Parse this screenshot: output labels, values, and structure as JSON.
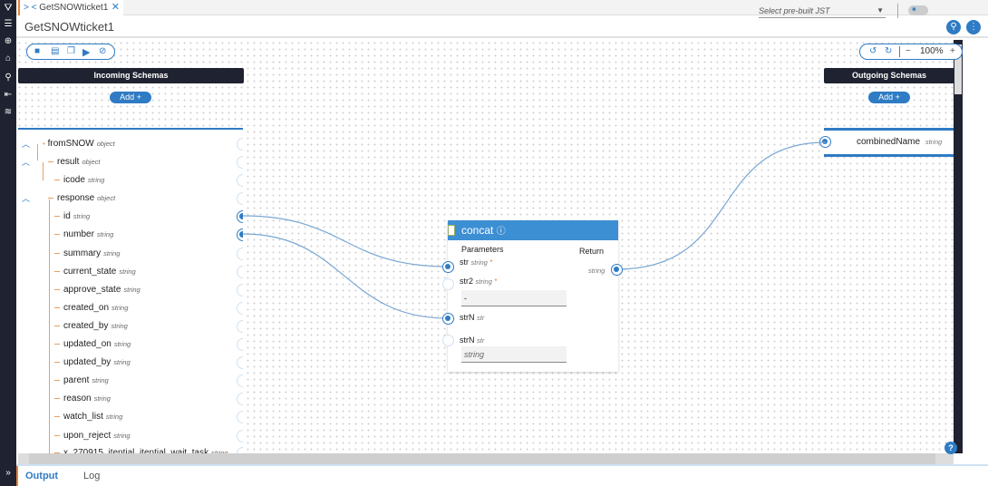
{
  "tab": {
    "title": "GetSNOWticket1",
    "nav_icon": "chevrons-icon",
    "close_icon": "close-icon"
  },
  "title": "GetSNOWticket1",
  "jst_select": {
    "placeholder": "Select pre-built JST"
  },
  "zoom": {
    "level": "100%",
    "minus": "−",
    "plus": "+"
  },
  "incoming": {
    "title": "Incoming Schemas",
    "add": "Add  +",
    "rows": [
      {
        "name": "fromSNOW",
        "type": "object",
        "level": 0,
        "expand": true,
        "connected": false
      },
      {
        "name": "result",
        "type": "object",
        "level": 1,
        "expand": true,
        "connected": false
      },
      {
        "name": "icode",
        "type": "string",
        "level": 2,
        "expand": false,
        "connected": false
      },
      {
        "name": "response",
        "type": "object",
        "level": 1,
        "expand": true,
        "connected": false
      },
      {
        "name": "id",
        "type": "string",
        "level": 2,
        "connected": true
      },
      {
        "name": "number",
        "type": "string",
        "level": 2,
        "connected": true
      },
      {
        "name": "summary",
        "type": "string",
        "level": 2
      },
      {
        "name": "current_state",
        "type": "string",
        "level": 2
      },
      {
        "name": "approve_state",
        "type": "string",
        "level": 2
      },
      {
        "name": "created_on",
        "type": "string",
        "level": 2
      },
      {
        "name": "created_by",
        "type": "string",
        "level": 2
      },
      {
        "name": "updated_on",
        "type": "string",
        "level": 2
      },
      {
        "name": "updated_by",
        "type": "string",
        "level": 2
      },
      {
        "name": "parent",
        "type": "string",
        "level": 2
      },
      {
        "name": "reason",
        "type": "string",
        "level": 2
      },
      {
        "name": "watch_list",
        "type": "string",
        "level": 2
      },
      {
        "name": "upon_reject",
        "type": "string",
        "level": 2
      },
      {
        "name": "x_270915_itential_itential_wait_task",
        "type": "string",
        "level": 2
      }
    ]
  },
  "outgoing": {
    "title": "Outgoing Schemas",
    "add": "Add  +",
    "rows": [
      {
        "name": "combinedName",
        "type": "string"
      }
    ]
  },
  "node": {
    "title": "concat",
    "params_label": "Parameters",
    "return_label": "Return",
    "return_type": "string",
    "params": [
      {
        "name": "str",
        "type": "string",
        "required": "*"
      },
      {
        "name": "str2",
        "type": "string",
        "required": "*",
        "value": "-"
      },
      {
        "name": "strN",
        "type": "str"
      },
      {
        "name": "strN",
        "type": "str",
        "placeholder": "string"
      }
    ]
  },
  "bottom_tabs": [
    {
      "label": "Output",
      "active": true
    },
    {
      "label": "Log"
    }
  ],
  "colors": {
    "accent": "#2f7bc4",
    "sidebar": "#1f2230",
    "tree": "#e8a060",
    "tab_accent": "#e8833a"
  }
}
